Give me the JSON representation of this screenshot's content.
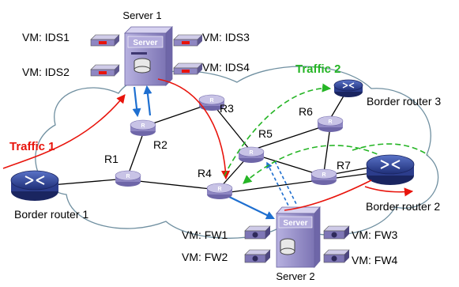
{
  "colors": {
    "cloud_stroke": "#6f8fa0",
    "link": "#000000",
    "router_body": "#8e86c2",
    "router_top": "#c8c3e6",
    "server_body": "#9b94cc",
    "traffic1": "#e8140c",
    "traffic2": "#25b525",
    "server_link": "#1e6fd0"
  },
  "servers": {
    "server1": {
      "label": "Server 1",
      "badge": "Server"
    },
    "server2": {
      "label": "Server 2",
      "badge": "Server"
    }
  },
  "vms": {
    "ids1": "VM: IDS1",
    "ids2": "VM: IDS2",
    "ids3": "VM: IDS3",
    "ids4": "VM: IDS4",
    "fw1": "VM: FW1",
    "fw2": "VM: FW2",
    "fw3": "VM: FW3",
    "fw4": "VM: FW4"
  },
  "routers": {
    "r1": "R1",
    "r2": "R2",
    "r3": "R3",
    "r4": "R4",
    "r5": "R5",
    "r6": "R6",
    "r7": "R7",
    "glyph": "R"
  },
  "border_routers": {
    "br1": "Border router 1",
    "br2": "Border router 2",
    "br3": "Border router 3"
  },
  "traffic": {
    "t1": "Traffic 1",
    "t2": "Traffic 2"
  },
  "icons": {
    "router": "router-icon",
    "border_router": "border-router-icon",
    "server": "server-icon",
    "ids_vm": "ids-vm-icon",
    "fw_vm": "firewall-vm-icon"
  }
}
